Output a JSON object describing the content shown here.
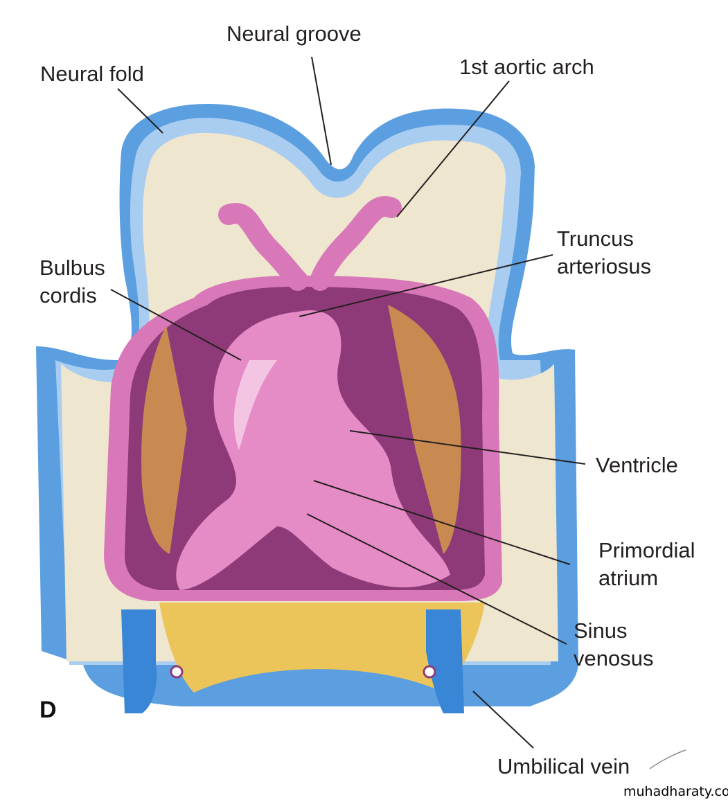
{
  "labels": {
    "neural_groove": "Neural groove",
    "neural_fold": "Neural fold",
    "aortic_arch": "1st aortic arch",
    "truncus_line1": "Truncus",
    "truncus_line2": "arteriosus",
    "bulbus_line1": "Bulbus",
    "bulbus_line2": "cordis",
    "ventricle": "Ventricle",
    "primordial_line1": "Primordial",
    "primordial_line2": "atrium",
    "sinus_line1": "Sinus",
    "sinus_line2": "venosus",
    "umbilical_vein": "Umbilical vein"
  },
  "panel_letter": "D",
  "watermark": "muhadharaty.com",
  "colors": {
    "ectoderm_blue": "#5b9fe0",
    "ectoderm_light": "#a9cdf0",
    "mesoderm_cream": "#efe6cf",
    "pericardial_pink": "#d978b8",
    "cavity_purple": "#8e3a78",
    "heart_pink": "#e58cc6",
    "heart_highlight": "#f7cfe8",
    "yellow": "#ebc45a",
    "orange": "#c98a52",
    "vein_blue": "#3a86d6",
    "leader": "#231f20"
  }
}
